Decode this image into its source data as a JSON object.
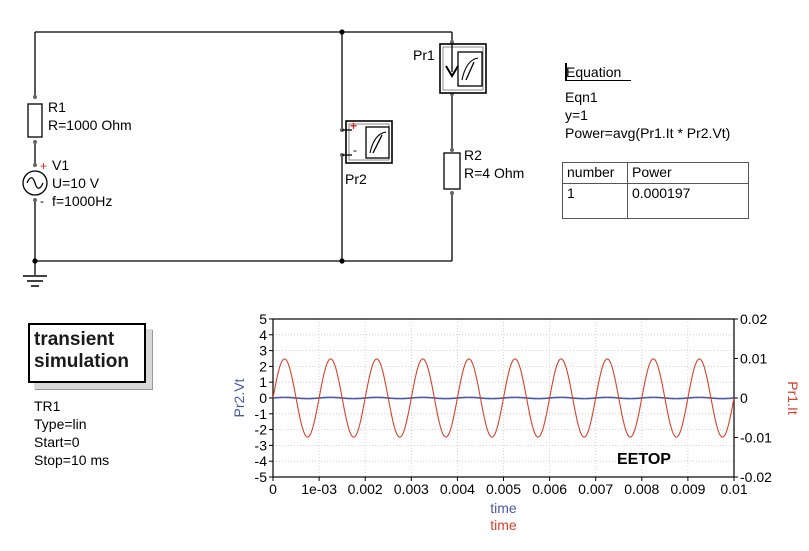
{
  "schematic": {
    "r1": {
      "name": "R1",
      "value": "R=1000 Ohm"
    },
    "v1": {
      "name": "V1",
      "voltage": "U=10 V",
      "freq": "f=1000Hz",
      "plus": "+",
      "minus": "-"
    },
    "pr1": {
      "name": "Pr1"
    },
    "pr2": {
      "name": "Pr2",
      "plus": "+",
      "minus": "-"
    },
    "r2": {
      "name": "R2",
      "value": "R=4 Ohm"
    }
  },
  "equation": {
    "header": "Equation",
    "name": "Eqn1",
    "line1": "y=1",
    "line2": "Power=avg(Pr1.It * Pr2.Vt)"
  },
  "result_table": {
    "columns": [
      "number",
      "Power"
    ],
    "rows": [
      [
        "1",
        "0.000197"
      ]
    ]
  },
  "simulation": {
    "box_line1": "transient",
    "box_line2": "simulation",
    "name": "TR1",
    "type": "Type=lin",
    "start": "Start=0",
    "stop": "Stop=10 ms"
  },
  "watermark": "EETOP",
  "colors": {
    "vt": "#4a58a8",
    "it": "#d9412a",
    "wire": "#000000"
  },
  "chart_data": {
    "type": "line",
    "xlabel": [
      "time",
      "time"
    ],
    "ylabel_left": "Pr2.Vt",
    "ylabel_right": "Pr1.It",
    "xlim": [
      0,
      0.01
    ],
    "ylim_left": [
      -5,
      5
    ],
    "ylim_right": [
      -0.02,
      0.02
    ],
    "x_ticks": [
      "0",
      "1e-03",
      "0.002",
      "0.003",
      "0.004",
      "0.005",
      "0.006",
      "0.007",
      "0.008",
      "0.009",
      "0.01"
    ],
    "y_left_ticks": [
      "5",
      "4",
      "3",
      "2",
      "1",
      "0",
      "-1",
      "-2",
      "-3",
      "-4",
      "-5"
    ],
    "y_right_ticks": [
      "0.02",
      "0.01",
      "0",
      "-0.01",
      "-0.02"
    ],
    "grid": true,
    "series": [
      {
        "name": "Pr2.Vt",
        "axis": "left",
        "frequency_hz": 1000,
        "amplitude": 0.04,
        "color": "#4a58a8"
      },
      {
        "name": "Pr1.It",
        "axis": "right",
        "frequency_hz": 1000,
        "amplitude": 0.0099,
        "color": "#d9412a"
      }
    ]
  }
}
